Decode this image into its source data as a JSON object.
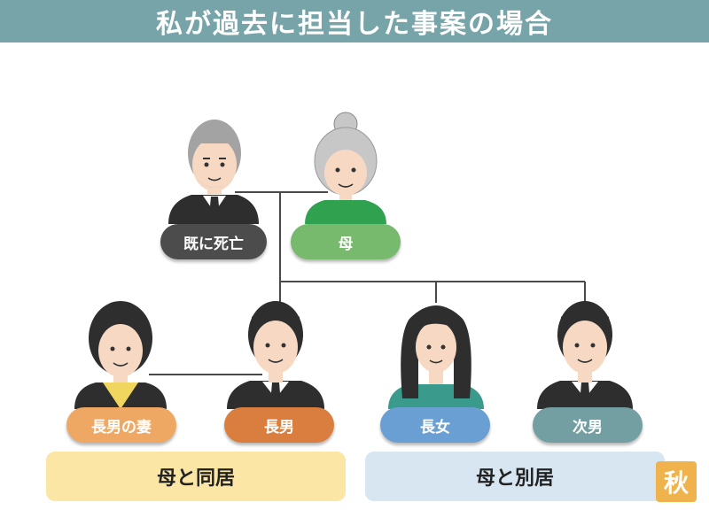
{
  "title": "私が過去に担当した事案の場合",
  "colors": {
    "title_bar": "#77a4a8",
    "connector": "#4a4a4a",
    "deceased_label": "#4c4c4c",
    "mother_label": "#77b96d",
    "wife_label": "#eea863",
    "eldest_son_label": "#d97e3e",
    "eldest_daughter_label": "#6a9fd3",
    "second_son_label": "#739fa3",
    "cohabit_group": "#fbe6a6",
    "separate_group": "#d8e6f1",
    "stamp": "#f0b24c"
  },
  "people": {
    "father": {
      "label": "既に死亡",
      "icon": "elderly-man-icon"
    },
    "mother": {
      "label": "母",
      "icon": "elderly-woman-icon"
    },
    "wife": {
      "label": "長男の妻",
      "icon": "woman-short-hair-icon"
    },
    "eldest_son": {
      "label": "長男",
      "icon": "man-icon"
    },
    "eldest_daughter": {
      "label": "長女",
      "icon": "woman-long-hair-icon"
    },
    "second_son": {
      "label": "次男",
      "icon": "man-icon"
    }
  },
  "groups": {
    "cohabit": "母と同居",
    "separate": "母と別居"
  },
  "stamp_text": "秋"
}
